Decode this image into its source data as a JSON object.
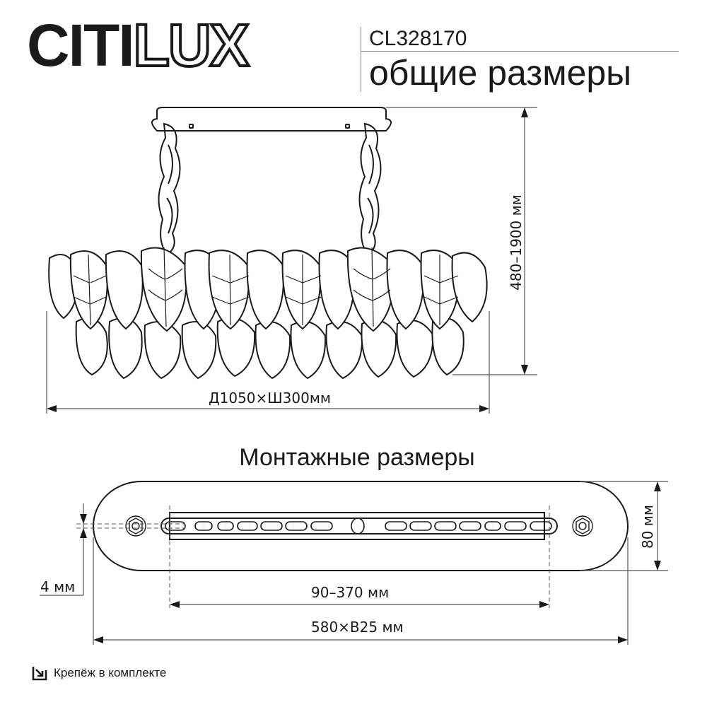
{
  "header": {
    "brand_solid": "CITI",
    "brand_outline": "LUX",
    "model": "CL328170",
    "subtitle": "общие размеры"
  },
  "overall_dimensions": {
    "height_label": "480–1900 мм",
    "length_width_label": "Д1050×Ш300мм"
  },
  "mounting": {
    "title": "Монтажные размеры",
    "plate_height_label": "80 мм",
    "bracket_thickness_label": "4 мм",
    "hole_spacing_label": "90–370 мм",
    "plate_size_label": "580×В25 мм"
  },
  "footer": {
    "icon": "fastener-included-icon",
    "label": "Крепёж в комплекте"
  },
  "colors": {
    "line": "#1a1a1a",
    "dim_line": "#555555",
    "background": "#ffffff"
  }
}
